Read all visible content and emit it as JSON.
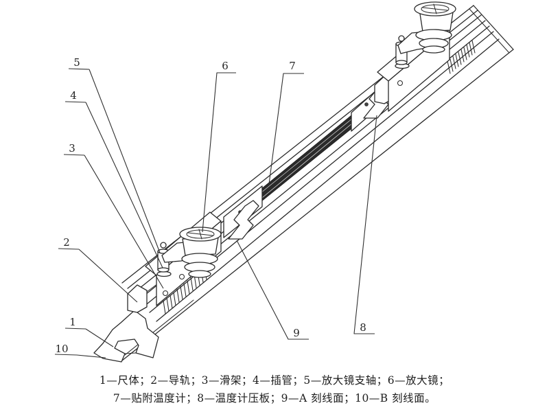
{
  "figure": {
    "type": "technical-line-drawing",
    "callouts": [
      {
        "number": "1",
        "label": "尺体"
      },
      {
        "number": "2",
        "label": "导轨"
      },
      {
        "number": "3",
        "label": "滑架"
      },
      {
        "number": "4",
        "label": "插管"
      },
      {
        "number": "5",
        "label": "放大镜支轴"
      },
      {
        "number": "6",
        "label": "放大镜"
      },
      {
        "number": "7",
        "label": "贴附温度计"
      },
      {
        "number": "8",
        "label": "温度计压板"
      },
      {
        "number": "9",
        "label": "A 刻线面"
      },
      {
        "number": "10",
        "label": "B 刻线面"
      }
    ],
    "caption": {
      "line1": "1—尺体；2—导轨；3—滑架；4—插管；5—放大镜支轴；6—放大镜；",
      "line2": "7—贴附温度计；8—温度计压板；9—A 刻线面；10—B 刻线面。"
    }
  },
  "colors": {
    "paper": "#ffffff",
    "ink": "#242424",
    "thermometer_strip": "#2b2b2b"
  }
}
